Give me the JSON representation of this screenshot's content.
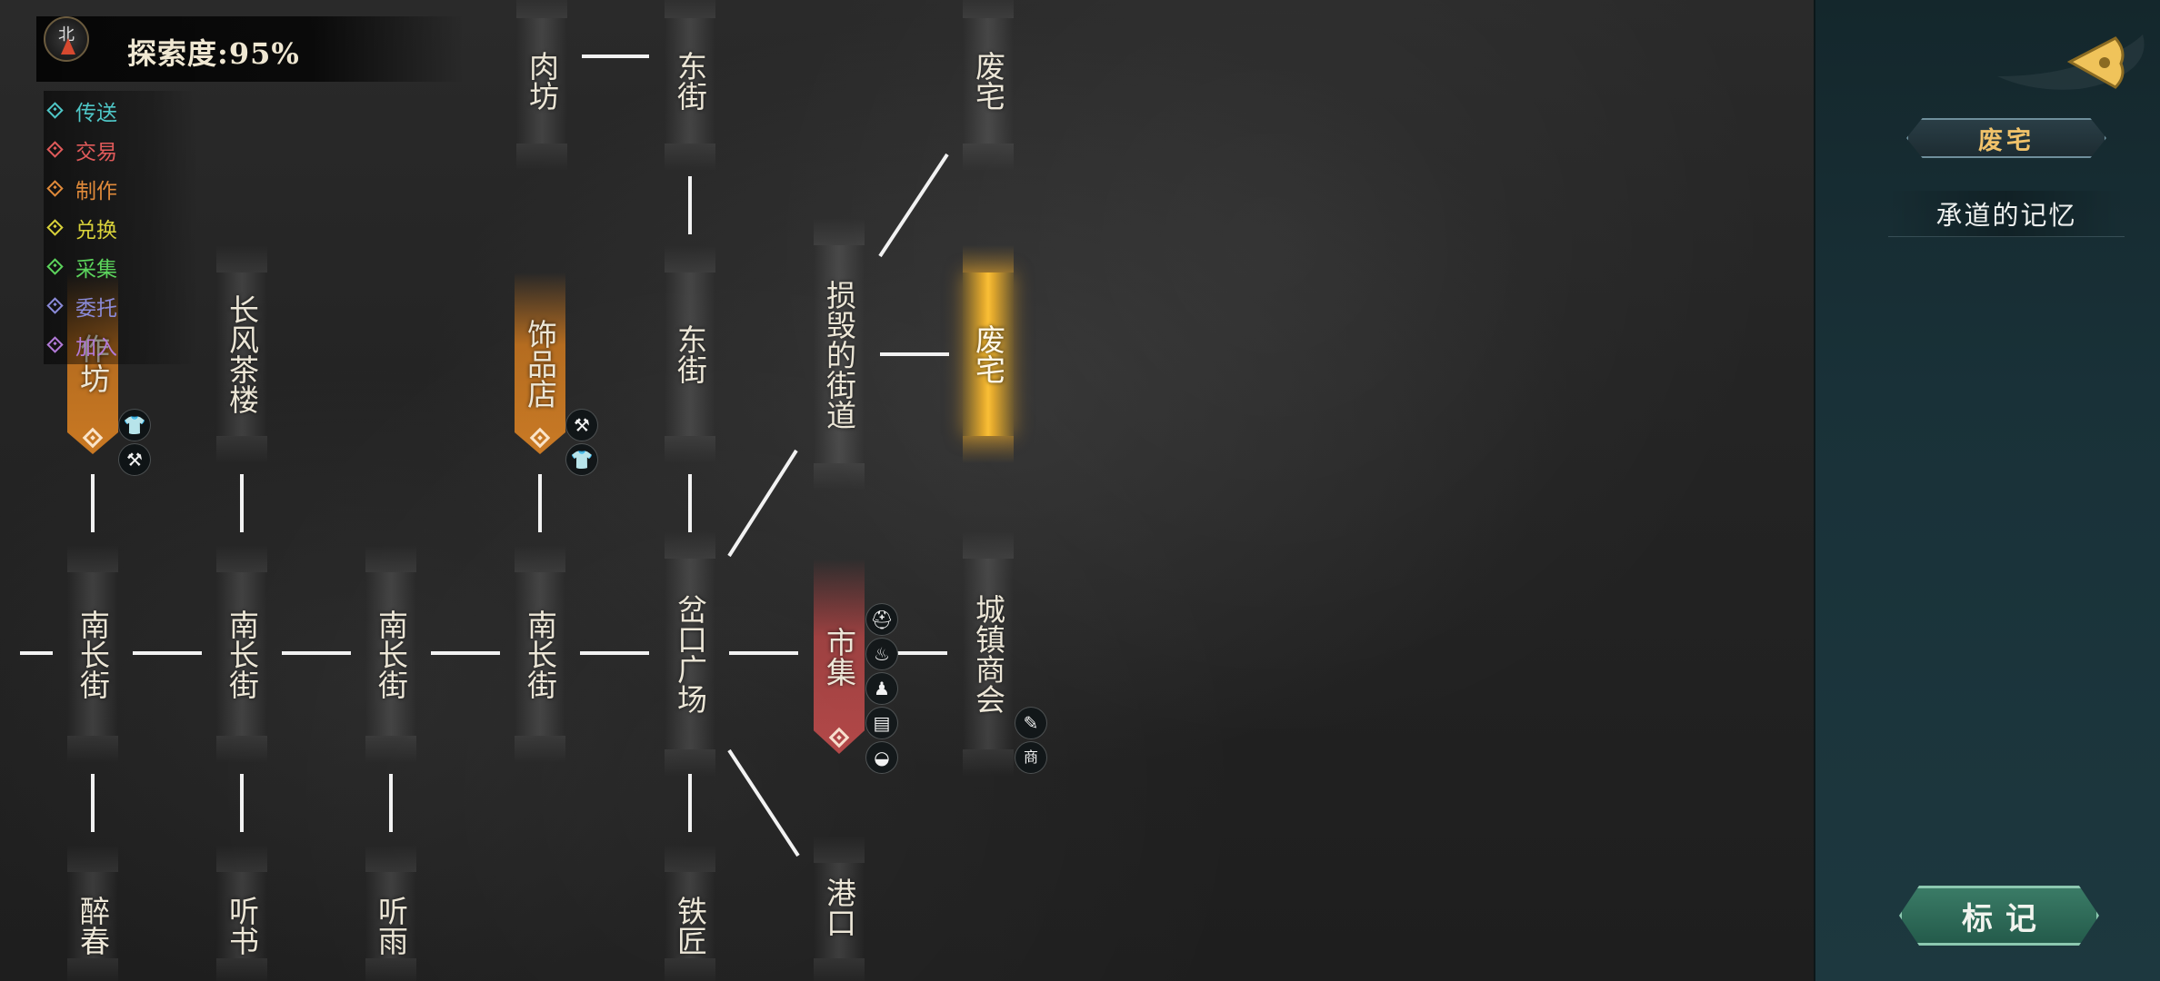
{
  "header": {
    "compass_letter": "北",
    "exploration_text": "探索度:95%"
  },
  "legend": [
    {
      "label": "传送",
      "color": "#4fc7c7"
    },
    {
      "label": "交易",
      "color": "#e05a5a"
    },
    {
      "label": "制作",
      "color": "#e08a3a"
    },
    {
      "label": "兑换",
      "color": "#d9d23a"
    },
    {
      "label": "采集",
      "color": "#5cd45c"
    },
    {
      "label": "委托",
      "color": "#8a8ad8"
    },
    {
      "label": "加入",
      "color": "#b27ad8"
    }
  ],
  "nodes": [
    {
      "id": "roufang",
      "label": "肉坊",
      "style": "normal"
    },
    {
      "id": "dongjie-top",
      "label": "东街",
      "style": "normal"
    },
    {
      "id": "feizhai-top",
      "label": "废宅",
      "style": "normal"
    },
    {
      "id": "zuofang",
      "label": "作坊",
      "style": "orange"
    },
    {
      "id": "changfeng",
      "label": "长风茶楼",
      "style": "normal"
    },
    {
      "id": "shipindian",
      "label": "饰品店",
      "style": "orange"
    },
    {
      "id": "dongjie-mid",
      "label": "东街",
      "style": "normal"
    },
    {
      "id": "sunhui",
      "label": "损毁的街道",
      "style": "normal"
    },
    {
      "id": "feizhai-selected",
      "label": "废宅",
      "style": "gold"
    },
    {
      "id": "nanchang-1",
      "label": "南长街",
      "style": "normal"
    },
    {
      "id": "nanchang-2",
      "label": "南长街",
      "style": "normal"
    },
    {
      "id": "nanchang-3",
      "label": "南长街",
      "style": "normal"
    },
    {
      "id": "nanchang-4",
      "label": "南长街",
      "style": "normal"
    },
    {
      "id": "chakou",
      "label": "岔口广场",
      "style": "normal"
    },
    {
      "id": "shiji",
      "label": "市集",
      "style": "red"
    },
    {
      "id": "chengzhen",
      "label": "城镇商会",
      "style": "normal"
    },
    {
      "id": "zuichun",
      "label": "醉春",
      "style": "normal"
    },
    {
      "id": "tingshu",
      "label": "听书",
      "style": "normal"
    },
    {
      "id": "tingyu",
      "label": "听雨",
      "style": "normal"
    },
    {
      "id": "tiejiang",
      "label": "铁匠",
      "style": "normal"
    },
    {
      "id": "gangkou",
      "label": "港口",
      "style": "normal"
    }
  ],
  "service_icons": [
    {
      "name": "clothing-icon",
      "glyph": "👕"
    },
    {
      "name": "anvil-icon",
      "glyph": "⚒"
    },
    {
      "name": "anvil-icon",
      "glyph": "⚒"
    },
    {
      "name": "clothing-icon",
      "glyph": "👕"
    },
    {
      "name": "hat-icon",
      "glyph": "⛑"
    },
    {
      "name": "lantern-icon",
      "glyph": "♨"
    },
    {
      "name": "teapot-icon",
      "glyph": "♟"
    },
    {
      "name": "books-icon",
      "glyph": "▤"
    },
    {
      "name": "pouch-icon",
      "glyph": "◒"
    },
    {
      "name": "quill-icon",
      "glyph": "✎"
    },
    {
      "name": "merchant-icon",
      "glyph": "商"
    }
  ],
  "sidebar": {
    "location_tab": "废宅",
    "location_subtitle": "承道的记忆",
    "mark_button": "标记"
  },
  "colors": {
    "selected_node": "#f5b52a",
    "crafting_node": "#d27a1e",
    "trade_node": "#b84545",
    "route_line": "#f2f2f2",
    "sidebar_bg": "#193138"
  }
}
